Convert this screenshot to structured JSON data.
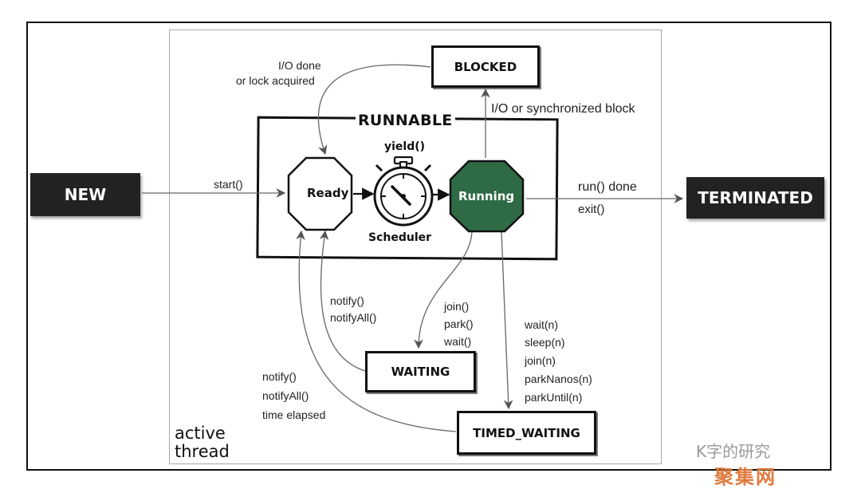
{
  "states": {
    "new": "NEW",
    "terminated": "TERMINATED",
    "runnable": "RUNNABLE",
    "ready": "Ready",
    "running": "Running",
    "blocked": "BLOCKED",
    "waiting": "WAITING",
    "timed_waiting": "TIMED_WAITING"
  },
  "scheduler": {
    "yield_label": "yield()",
    "scheduler_label": "Scheduler"
  },
  "transitions": {
    "start": "start()",
    "io_done": [
      "I/O done",
      "or lock acquired"
    ],
    "io_sync": "I/O or synchronized block",
    "run_done": [
      "run() done",
      "exit()"
    ],
    "to_waiting": [
      "join()",
      "park()",
      "wait()"
    ],
    "from_waiting": [
      "notify()",
      "notifyAll()"
    ],
    "to_timed": [
      "wait(n)",
      "sleep(n)",
      "join(n)",
      "parkNanos(n)",
      "parkUntil(n)"
    ],
    "from_timed": [
      "notify()",
      "notifyAll()",
      "time elapsed"
    ]
  },
  "active_thread": [
    "active",
    "thread"
  ],
  "watermark": {
    "line1": "K字的研究",
    "line2": "聚集网"
  },
  "colors": {
    "running_fill": "#2e6b45",
    "dark_box": "#222222"
  }
}
